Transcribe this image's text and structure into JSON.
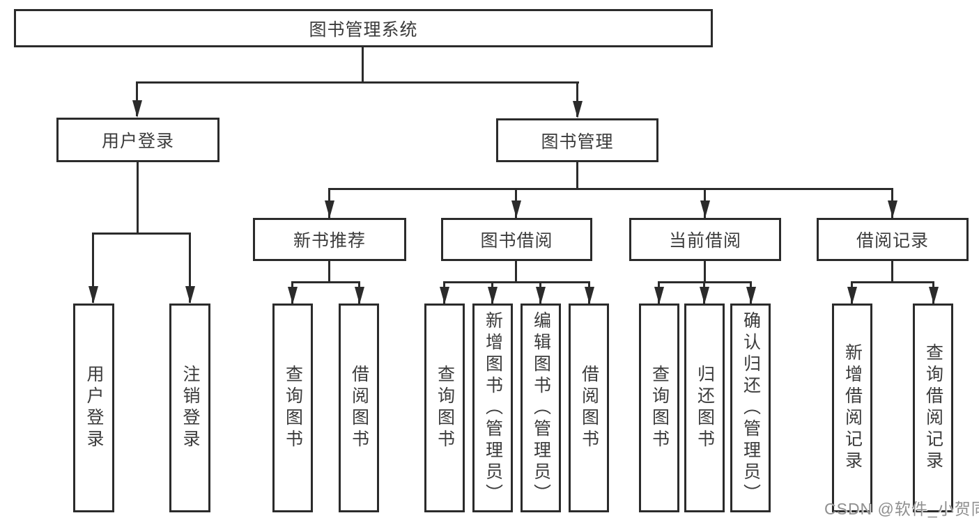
{
  "diagram": {
    "title": "图书管理系统",
    "branches": [
      {
        "label": "用户登录",
        "children": [
          "用户登录",
          "注销登录"
        ]
      },
      {
        "label": "图书管理",
        "groups": [
          {
            "label": "新书推荐",
            "children": [
              "查询图书",
              "借阅图书"
            ]
          },
          {
            "label": "图书借阅",
            "children": [
              "查询图书",
              "新增图书（管理员）",
              "编辑图书（管理员）",
              "借阅图书"
            ]
          },
          {
            "label": "当前借阅",
            "children": [
              "查询图书",
              "归还图书",
              "确认归还（管理员）"
            ]
          },
          {
            "label": "借阅记录",
            "children": [
              "新增借阅记录",
              "查询借阅记录"
            ]
          }
        ]
      }
    ]
  },
  "watermark": "CSDN @软件_小贺同学",
  "colors": {
    "line": "#2b2b2b",
    "text": "#3b3b3b",
    "watermark": "#8f8f8f",
    "background": "#ffffff"
  }
}
